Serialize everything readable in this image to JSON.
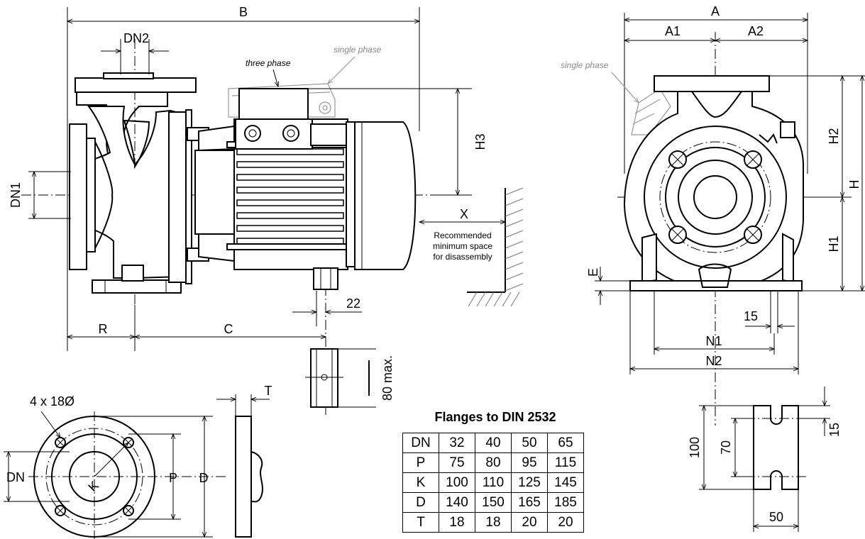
{
  "side_view": {
    "dim_B": "B",
    "dim_DN2": "DN2",
    "dim_DN1": "DN1",
    "dim_H3": "H3",
    "dim_X": "X",
    "dim_R": "R",
    "dim_C": "C",
    "dim_22": "22",
    "dim_80max": "80 max.",
    "label_three_phase": "three phase",
    "label_single_phase": "single phase",
    "note_line1": "Recommended",
    "note_line2": "minimum space",
    "note_line3": "for disassembly"
  },
  "front_view": {
    "dim_A": "A",
    "dim_A1": "A1",
    "dim_A2": "A2",
    "dim_H": "H",
    "dim_H1": "H1",
    "dim_H2": "H2",
    "dim_E": "E",
    "dim_15": "15",
    "dim_N1": "N1",
    "dim_N2": "N2",
    "label_single_phase": "single phase"
  },
  "flange_view": {
    "dim_holes": "4 x 18Ø",
    "dim_T": "T",
    "dim_DN": "DN",
    "dim_P": "P",
    "dim_D": "D",
    "dim_K": "K"
  },
  "foot_detail": {
    "dim_100": "100",
    "dim_70": "70",
    "dim_15": "15",
    "dim_50": "50"
  },
  "flange_table": {
    "title": "Flanges to DIN 2532",
    "rows": [
      [
        "DN",
        "32",
        "40",
        "50",
        "65"
      ],
      [
        "P",
        "75",
        "80",
        "95",
        "115"
      ],
      [
        "K",
        "100",
        "110",
        "125",
        "145"
      ],
      [
        "D",
        "140",
        "150",
        "165",
        "185"
      ],
      [
        "T",
        "18",
        "18",
        "20",
        "20"
      ]
    ]
  }
}
